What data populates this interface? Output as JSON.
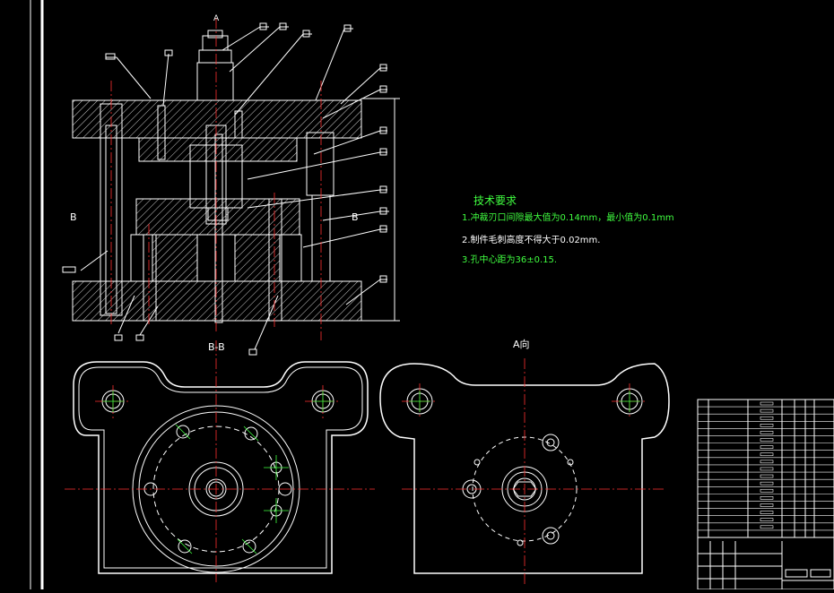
{
  "drawing": {
    "section_label_b": "B",
    "section_view_title": "B-B",
    "view_a_title": "A向",
    "arrow_a": "A"
  },
  "technical_requirements": {
    "title": "技术要求",
    "items": [
      "1.冲裁刃口间隙最大值为0.14mm，最小值为0.1mm",
      "2.制件毛刺高度不得大于0.02mm.",
      "3.孔中心距为36±0.15."
    ]
  },
  "colors": {
    "background": "#000000",
    "outline": "#ffffff",
    "centerline": "#ff3030",
    "text_green": "#40ff40",
    "hatch": "#ffffff",
    "title_yellow": "#ffff66"
  }
}
